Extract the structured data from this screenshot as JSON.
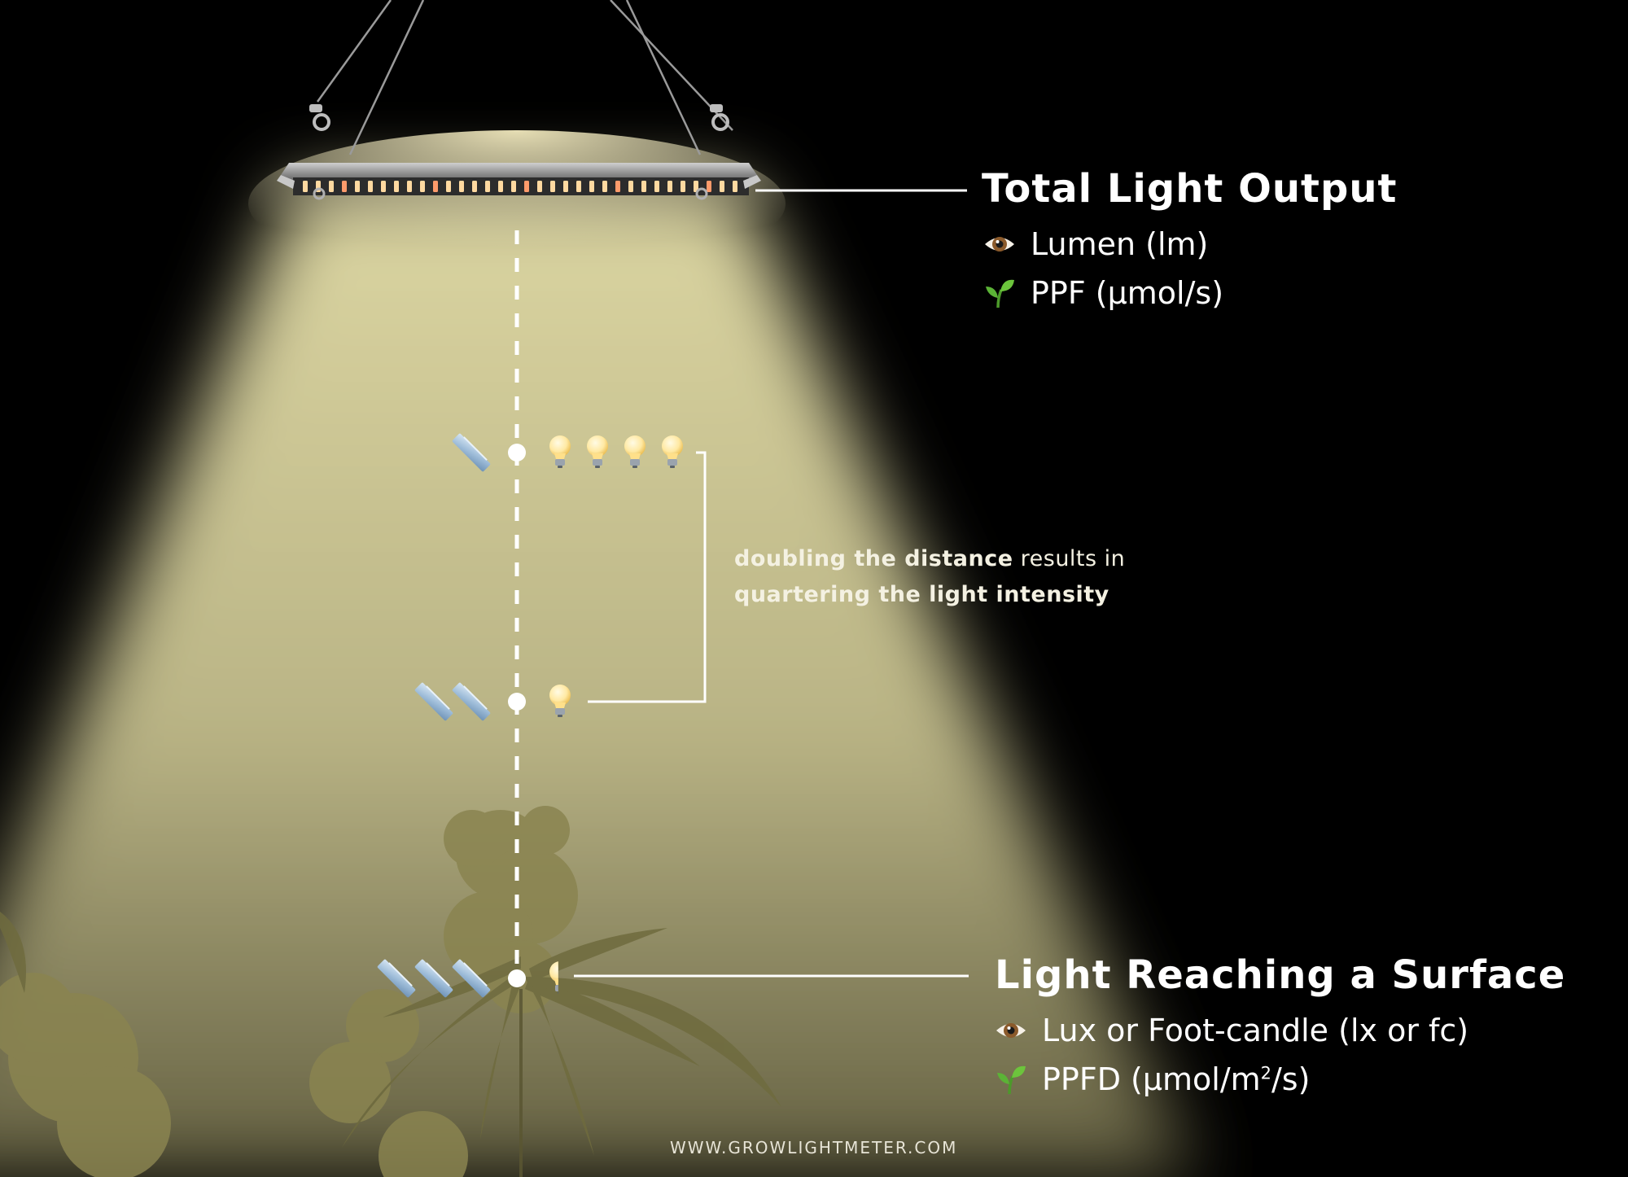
{
  "total_output": {
    "title": "Total Light Output",
    "items": [
      {
        "icon": "eye-icon",
        "label": "Lumen (lm)"
      },
      {
        "icon": "seedling-icon",
        "label": "PPF (μmol/s)"
      }
    ]
  },
  "surface": {
    "title": "Light Reaching a Surface",
    "items": [
      {
        "icon": "eye-icon",
        "label": "Lux or Foot-candle (lx or fc)"
      },
      {
        "icon": "seedling-icon",
        "label_main": "PPFD (μmol/m",
        "label_sup": "2",
        "label_end": "/s)"
      }
    ]
  },
  "annotation": {
    "bold_1": "doubling the distance",
    "normal_1": " results in",
    "bold_2": "quartering the light intensity"
  },
  "levels": [
    {
      "distance_units": 1,
      "intensity_bulbs": 4
    },
    {
      "distance_units": 2,
      "intensity_bulbs": 1
    },
    {
      "distance_units": 3,
      "intensity_bulbs": 0.44
    }
  ],
  "footer": {
    "url": "WWW.GROWLIGHTMETER.COM"
  },
  "colors": {
    "background": "#000000",
    "beam": "#d6d09a",
    "text": "#ffffff",
    "ruler": "#a9c4dd",
    "bulb": "#ffe9a3"
  }
}
